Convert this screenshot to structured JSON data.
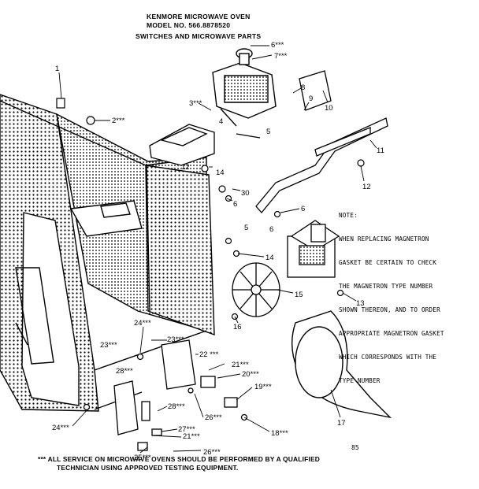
{
  "header": {
    "line1": "KENMORE MICROWAVE OVEN",
    "line2": "MODEL NO. 566.8878520",
    "line3": "SWITCHES AND MICROWAVE PARTS"
  },
  "callouts": {
    "c1": "1",
    "c2": "2***",
    "c3": "3***",
    "c4": "4",
    "c5a": "5",
    "c6a": "6***",
    "c7": "7***",
    "c8": "8",
    "c9": "9",
    "c10": "10",
    "c11": "11",
    "c12a": "12",
    "c12b": "12",
    "c14a": "14",
    "c30": "30",
    "c6b": "6",
    "c6c": "6",
    "c5b": "5",
    "c6d": "6",
    "c14b": "14",
    "c13": "13",
    "c15": "15",
    "c16": "16",
    "c17": "17",
    "c24a": "24***",
    "c23a": "23***",
    "c22": "22 ***",
    "c23b": "23***",
    "c21a": "21***",
    "c20": "20***",
    "c19": "19***",
    "c28a": "28***",
    "c28b": "28***",
    "c26a": "26***",
    "c27": "27***",
    "c24b": "24***",
    "c21b": "21***",
    "c18": "18***",
    "c25": "25***",
    "c26b": "26***"
  },
  "note": {
    "lines": [
      "NOTE:",
      "WHEN REPLACING MAGNETRON",
      "GASKET BE CERTAIN TO CHECK",
      "THE MAGNETRON TYPE NUMBER",
      "SHOWN THEREON, AND TO ORDER",
      "APPROPRIATE MAGNETRON GASKET",
      "WHICH CORRESPONDS WITH THE",
      "TYPE NUMBER"
    ]
  },
  "page_number": "85",
  "footer": {
    "line1": "*** ALL SERVICE ON MICROWAVE OVENS SHOULD BE PERFORMED BY A QUALIFIED",
    "line2": "TECHNICIAN USING APPROVED TESTING EQUIPMENT."
  }
}
